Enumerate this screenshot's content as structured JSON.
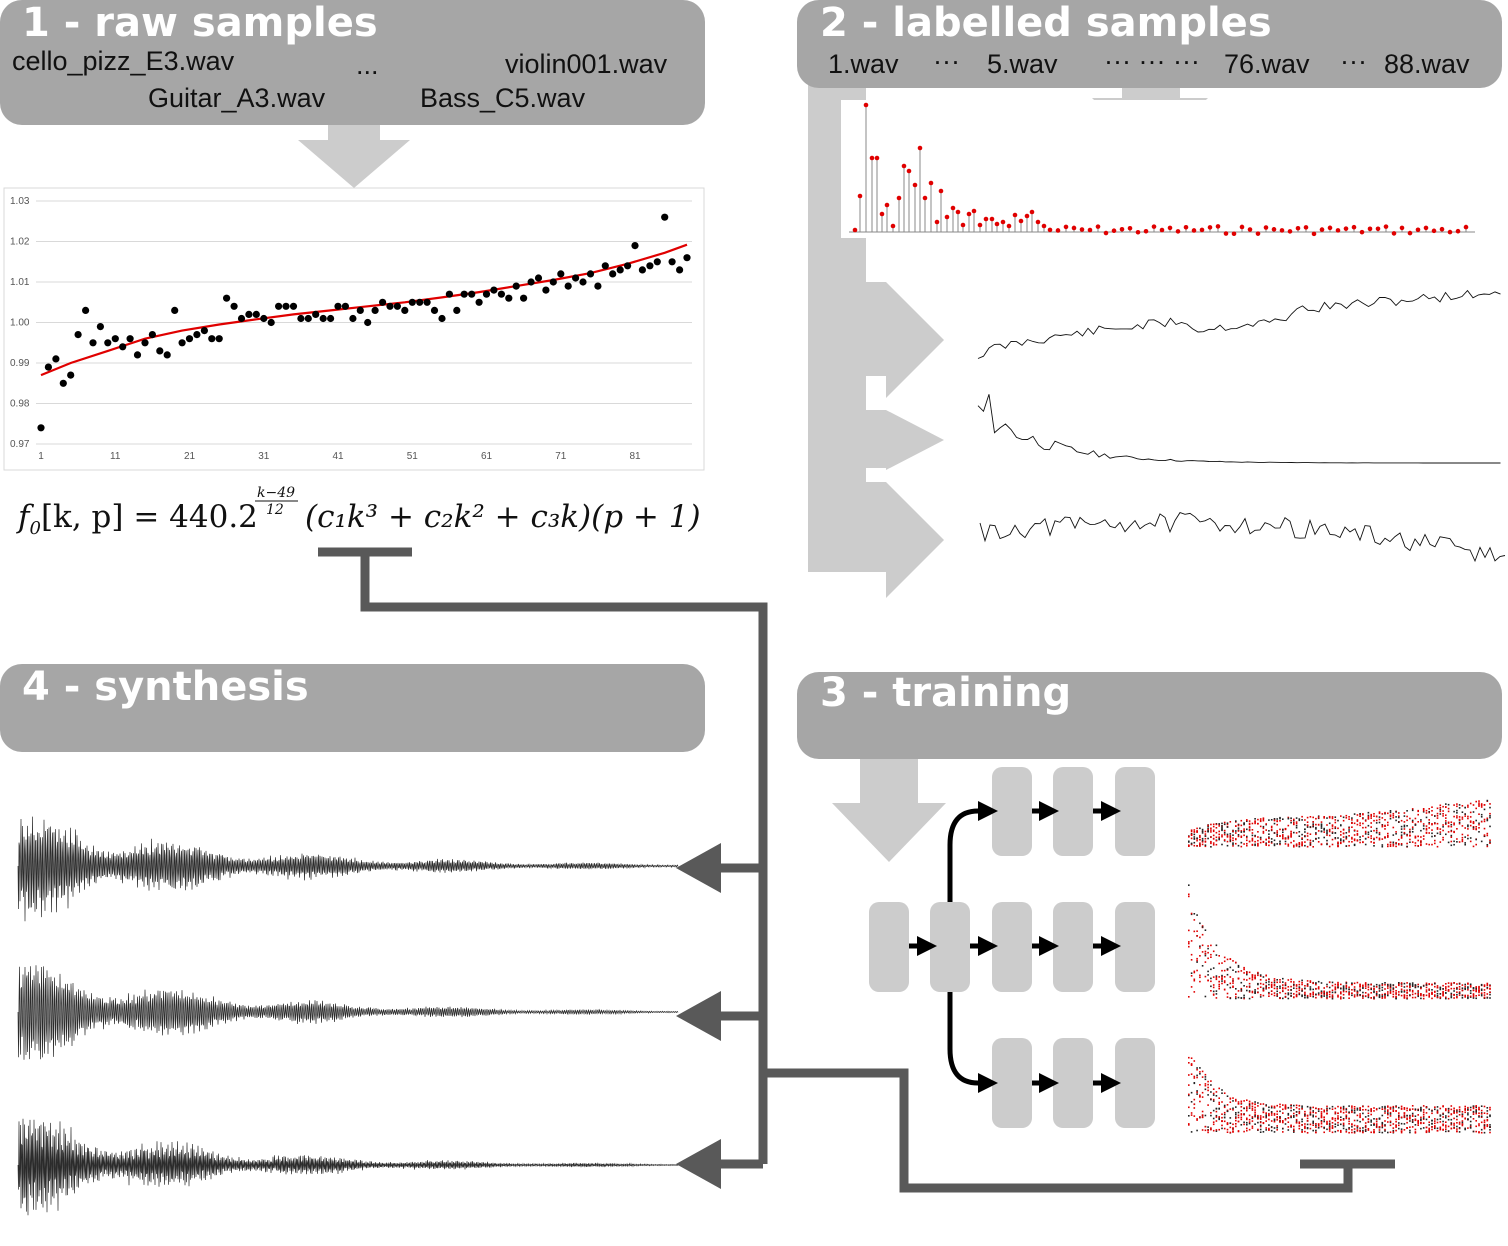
{
  "panels": {
    "raw": {
      "title": "1 - raw samples",
      "files": [
        "cello_pizz_E3.wav",
        "...",
        "violin001.wav",
        "Guitar_A3.wav",
        "Bass_C5.wav"
      ]
    },
    "labelled": {
      "title": "2 - labelled samples",
      "files": [
        "1.wav",
        "···",
        "5.wav",
        "··· ··· ···",
        "76.wav",
        "···",
        "88.wav"
      ]
    },
    "training": {
      "title": "3 - training"
    },
    "synthesis": {
      "title": "4 - synthesis"
    }
  },
  "formula": {
    "lhs": "f",
    "lhs_sub": "0",
    "lhs_args": "[k, p] = 440.2",
    "exponent_num": "k−49",
    "exponent_den": "12",
    "rhs": "(c₁k³ + c₂k² + c₃k)(p + 1)"
  },
  "colors": {
    "panel_header": "#a6a6a6",
    "flow_arrow": "#cccccc",
    "connector": "#595959",
    "fit_curve": "#e00000",
    "points": "#000000",
    "network_block": "#cccccc",
    "training_markers": "#e00000"
  },
  "chart_data": {
    "type": "scatter",
    "title": "",
    "xlabel": "",
    "ylabel": "",
    "xlim": [
      1,
      88
    ],
    "ylim": [
      0.97,
      1.03
    ],
    "x_ticks": [
      "1",
      "11",
      "21",
      "31",
      "41",
      "51",
      "61",
      "71",
      "81"
    ],
    "y_ticks": [
      "0.97",
      "0.98",
      "0.99",
      "1.00",
      "1.01",
      "1.02",
      "1.03"
    ],
    "grid": true,
    "series": [
      {
        "kind": "points",
        "x": [
          1,
          2,
          3,
          4,
          5,
          6,
          7,
          8,
          9,
          10,
          11,
          12,
          13,
          14,
          15,
          16,
          17,
          18,
          19,
          20,
          21,
          22,
          23,
          24,
          25,
          26,
          27,
          28,
          29,
          30,
          31,
          32,
          33,
          34,
          35,
          36,
          37,
          38,
          39,
          40,
          41,
          42,
          43,
          44,
          45,
          46,
          47,
          48,
          49,
          50,
          51,
          52,
          53,
          54,
          55,
          56,
          57,
          58,
          59,
          60,
          61,
          62,
          63,
          64,
          65,
          66,
          67,
          68,
          69,
          70,
          71,
          72,
          73,
          74,
          75,
          76,
          77,
          78,
          79,
          80,
          81,
          82,
          83,
          84,
          85,
          86,
          87,
          88
        ],
        "y": [
          0.974,
          0.989,
          0.991,
          0.985,
          0.987,
          0.997,
          1.003,
          0.995,
          0.999,
          0.995,
          0.996,
          0.994,
          0.996,
          0.992,
          0.995,
          0.997,
          0.993,
          0.992,
          1.003,
          0.995,
          0.996,
          0.997,
          0.998,
          0.996,
          0.996,
          1.006,
          1.004,
          1.001,
          1.002,
          1.002,
          1.001,
          1.0,
          1.004,
          1.004,
          1.004,
          1.001,
          1.001,
          1.002,
          1.001,
          1.001,
          1.004,
          1.004,
          1.001,
          1.003,
          1.0,
          1.003,
          1.005,
          1.004,
          1.004,
          1.003,
          1.005,
          1.005,
          1.005,
          1.003,
          1.001,
          1.007,
          1.003,
          1.007,
          1.007,
          1.005,
          1.007,
          1.008,
          1.007,
          1.006,
          1.009,
          1.006,
          1.01,
          1.011,
          1.008,
          1.01,
          1.012,
          1.009,
          1.011,
          1.01,
          1.012,
          1.009,
          1.014,
          1.012,
          1.013,
          1.014,
          1.019,
          1.013,
          1.014,
          1.015,
          1.026,
          1.015,
          1.013,
          1.016
        ]
      },
      {
        "kind": "fit",
        "x": [
          1,
          5,
          10,
          15,
          20,
          25,
          30,
          35,
          40,
          45,
          50,
          55,
          60,
          65,
          70,
          75,
          80,
          85,
          88
        ],
        "y": [
          0.987,
          0.99,
          0.993,
          0.996,
          0.998,
          0.9995,
          1.0008,
          1.002,
          1.003,
          1.004,
          1.005,
          1.0062,
          1.0075,
          1.009,
          1.0105,
          1.0122,
          1.0145,
          1.0172,
          1.0192
        ]
      }
    ]
  }
}
